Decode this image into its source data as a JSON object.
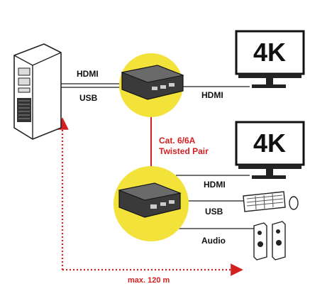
{
  "labels": {
    "hdmi_pc": "HDMI",
    "usb_pc": "USB",
    "hdmi_out_top": "HDMI",
    "cable": "Cat. 6/6A",
    "cable_type": "Twisted Pair",
    "hdmi_out_bottom": "HDMI",
    "usb_out": "USB",
    "audio_out": "Audio",
    "distance": "max. 120 m"
  },
  "monitors": {
    "top_badge": "4K",
    "bottom_badge": "4K"
  },
  "colors": {
    "highlight": "#f2e23a",
    "accent_red": "#d22020",
    "line": "#444444",
    "ink": "#111111"
  },
  "icons": [
    "pc-tower-icon",
    "transmitter-unit-icon",
    "receiver-unit-icon",
    "monitor-icon",
    "keyboard-icon",
    "mouse-icon",
    "speaker-icon"
  ]
}
